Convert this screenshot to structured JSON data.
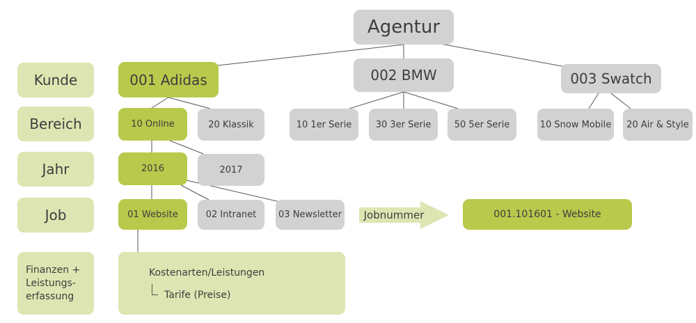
{
  "levels": {
    "kunde": "Kunde",
    "bereich": "Bereich",
    "jahr": "Jahr",
    "job": "Job",
    "finanzen": [
      "Finanzen +",
      "Leistungs-",
      "erfassung"
    ]
  },
  "nodes": {
    "agentur": "Agentur",
    "adidas": "001 Adidas",
    "bmw": "002 BMW",
    "swatch": "003 Swatch",
    "online": "10 Online",
    "klassik": "20 Klassik",
    "serie1": "10 1er Serie",
    "serie3": "30 3er Serie",
    "serie5": "50 5er Serie",
    "snow": "10 Snow Mobile",
    "air": "20 Air & Style",
    "y2016": "2016",
    "y2017": "2017",
    "website": "01 Website",
    "intranet": "02 Intranet",
    "newsletter": "03 Newsletter"
  },
  "jobnumber": {
    "arrow_label": "Jobnummer",
    "result": "001.101601 - Website"
  },
  "finance": {
    "line1": "Kostenarten/Leistungen",
    "line2": "Tarife (Preise)"
  },
  "colors": {
    "grey_box": "#d2d2d2",
    "green_box": "#b9c94c",
    "pale_green": "#dde6b2",
    "connector": "#555555",
    "text": "#3d3d3d"
  }
}
